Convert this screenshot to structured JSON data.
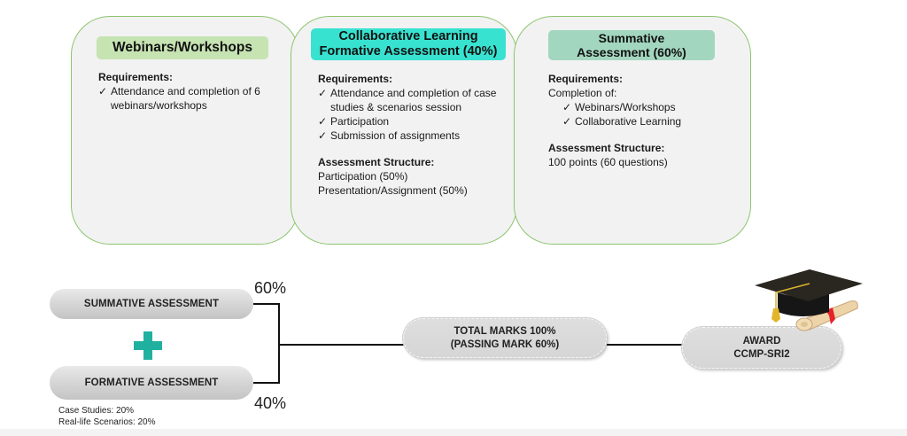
{
  "cards": [
    {
      "title_lines": [
        "Webinars/Workshops"
      ],
      "requirements_label": "Requirements:",
      "requirements": [
        "Attendance and completion of 6 webinars/workshops"
      ],
      "colors": {
        "title_bg": "#c6e3b2"
      }
    },
    {
      "title_lines": [
        "Collaborative Learning",
        "Formative Assessment (40%)"
      ],
      "requirements_label": "Requirements:",
      "requirements": [
        "Attendance and completion of case studies & scenarios session",
        "Participation",
        "Submission of assignments"
      ],
      "structure_label": "Assessment Structure:",
      "structure": [
        "Participation (50%)",
        "Presentation/Assignment (50%)"
      ],
      "colors": {
        "title_bg": "#38e2d0"
      }
    },
    {
      "title_lines": [
        "Summative",
        "Assessment (60%)"
      ],
      "requirements_label": "Requirements:",
      "requirements_intro": "Completion of:",
      "requirements": [
        "Webinars/Workshops",
        "Collaborative Learning"
      ],
      "structure_label": "Assessment Structure:",
      "structure": [
        "100 points (60 questions)"
      ],
      "colors": {
        "title_bg": "#a3d6bf"
      }
    }
  ],
  "check_glyph": "✓",
  "flow": {
    "summative_label": "SUMMATIVE ASSESSMENT",
    "formative_label": "FORMATIVE ASSESSMENT",
    "plus_icon": "plus-icon",
    "summative_weight": "60%",
    "formative_weight": "40%",
    "formative_breakdown": [
      "Case Studies: 20%",
      "Real-life Scenarios: 20%"
    ],
    "total_lines": [
      "TOTAL MARKS 100%",
      "(PASSING MARK 60%)"
    ],
    "award_lines": [
      "AWARD",
      "CCMP-SRI2"
    ],
    "award_icon": "graduation-cap-icon",
    "colors": {
      "plus": "#20b0a0",
      "card_border": "#8cc56e"
    }
  }
}
